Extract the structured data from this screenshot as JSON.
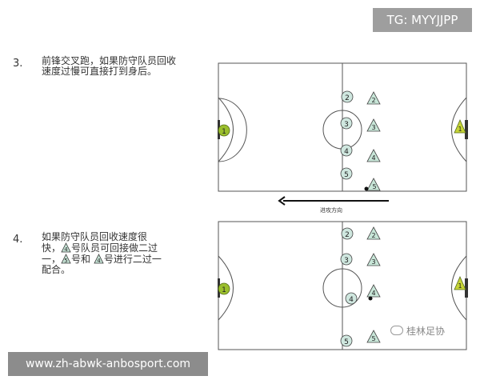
{
  "badge_tg": "TG: MYYJJPP",
  "url_badge": "www.zh-abwk-anbosport.com",
  "watermark": "桂林足协",
  "step3": {
    "number": "3.",
    "text": "前锋交叉跑，如果防守队员回收速度过慢可直接打到身后。"
  },
  "step4": {
    "number": "4.",
    "line1": "如果防守队员回收速度很",
    "line2a": "快，",
    "line2b": "号队员可回接做二过",
    "line3a": "一，",
    "line3b": "号和",
    "line3c": "号进行二过一",
    "line4": "配合。",
    "tri_a": "4",
    "tri_b": "5",
    "tri_c": "4"
  },
  "direction_label": "进攻方向",
  "field1": {
    "left_gk": "1",
    "right_gk": "1",
    "circles": [
      "2",
      "3",
      "4",
      "5"
    ],
    "triangles": [
      "2",
      "3",
      "4",
      "5"
    ]
  },
  "field2": {
    "left_gk": "1",
    "right_gk": "1",
    "circles": [
      "2",
      "3",
      "4",
      "5"
    ],
    "triangles": [
      "2",
      "3",
      "4",
      "5"
    ]
  },
  "colors": {
    "green": "#9bbf2d",
    "teal_fill": "#cfe7df",
    "tri_fill": "#c8e6d8"
  }
}
